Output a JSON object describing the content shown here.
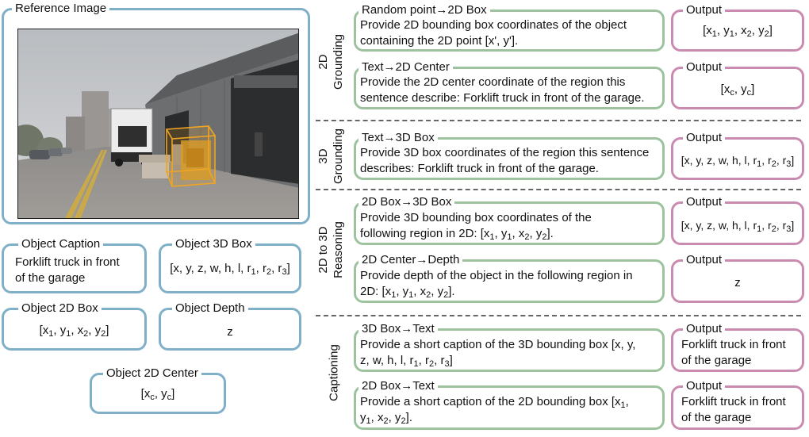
{
  "reference": {
    "label": "Reference Image"
  },
  "left_cards": {
    "caption": {
      "label": "Object Caption",
      "lines": [
        "Forklift truck in front",
        "of the garage"
      ]
    },
    "box3d": {
      "label": "Object 3D Box",
      "value": "[x, y, z, w, h, l, r1, r2, r3]"
    },
    "box2d": {
      "label": "Object 2D Box",
      "value": "[x1, y1, x2, y2]"
    },
    "depth": {
      "label": "Object Depth",
      "value": "z"
    },
    "center2d": {
      "label": "Object 2D Center",
      "value": "[xc, yc]"
    }
  },
  "sections": [
    {
      "name": "2D Grounding",
      "lines": [
        "2D",
        "Grounding"
      ]
    },
    {
      "name": "3D Grounding",
      "lines": [
        "3D",
        "Grounding"
      ]
    },
    {
      "name": "2D to 3D Reasoning",
      "lines": [
        "2D to 3D",
        "Reasoning"
      ]
    },
    {
      "name": "Captioning",
      "lines": [
        "Captioning"
      ]
    }
  ],
  "tasks": [
    {
      "title": "Random point→2D Box",
      "lines": [
        "Provide 2D bounding box coordinates of the object",
        "containing the 2D point [x', y']."
      ],
      "output_label": "Output",
      "output": "[x1, y1, x2, y2]"
    },
    {
      "title": "Text→2D Center",
      "lines": [
        "Provide the 2D center coordinate of the region this",
        "sentence describe: Forklift truck in front of the garage."
      ],
      "output_label": "Output",
      "output": "[xc, yc]"
    },
    {
      "title": "Text→3D Box",
      "lines": [
        "Provide 3D box coordinates of the region this sentence",
        "describes: Forklift truck in front of the garage."
      ],
      "output_label": "Output",
      "output": "[x, y, z, w, h, l, r1, r2, r3]"
    },
    {
      "title": "2D Box→3D Box",
      "lines": [
        "Provide 3D bounding box coordinates of the",
        "following region in 2D: [x1, y1, x2, y2]."
      ],
      "output_label": "Output",
      "output": "[x, y, z, w, h, l, r1, r2, r3]"
    },
    {
      "title": "2D Center→Depth",
      "lines": [
        "Provide depth of the object in the following region in",
        "2D: [x1, y1, x2, y2]."
      ],
      "output_label": "Output",
      "output": "z"
    },
    {
      "title": "3D Box→Text",
      "lines": [
        "Provide a short caption of the 3D bounding box [x, y,",
        "z, w, h, l, r1, r2, r3]"
      ],
      "output_label": "Output",
      "output_lines": [
        "Forklift truck in front",
        "of the garage"
      ]
    },
    {
      "title": "2D Box→Text",
      "lines": [
        "Provide a short caption of the 2D bounding box [x1,",
        "y1, x2, y2]."
      ],
      "output_label": "Output",
      "output_lines": [
        "Forklift truck in front",
        "of the garage"
      ]
    }
  ],
  "colors": {
    "reference": "#7fb0c8",
    "task": "#9dc29d",
    "output": "#c98bb0"
  }
}
